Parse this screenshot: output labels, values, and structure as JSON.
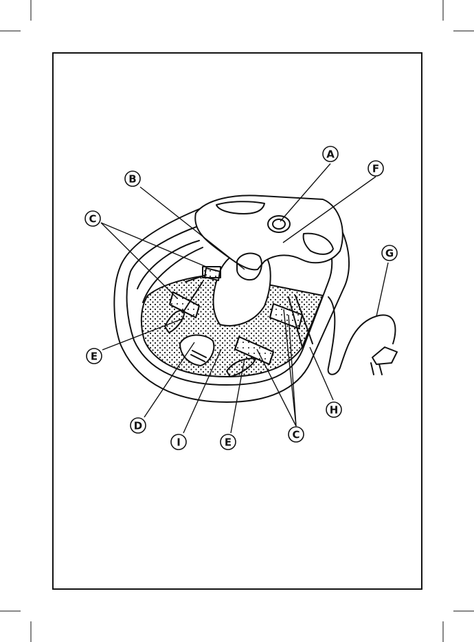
{
  "diagram": {
    "callouts": {
      "a": "A",
      "b": "B",
      "c_left": "C",
      "c_bottom": "C",
      "d": "D",
      "e_left": "E",
      "e_bottom": "E",
      "f": "F",
      "g": "G",
      "h": "H",
      "i": "I"
    }
  },
  "colors": {
    "line": "#111111",
    "paper": "#ffffff"
  }
}
